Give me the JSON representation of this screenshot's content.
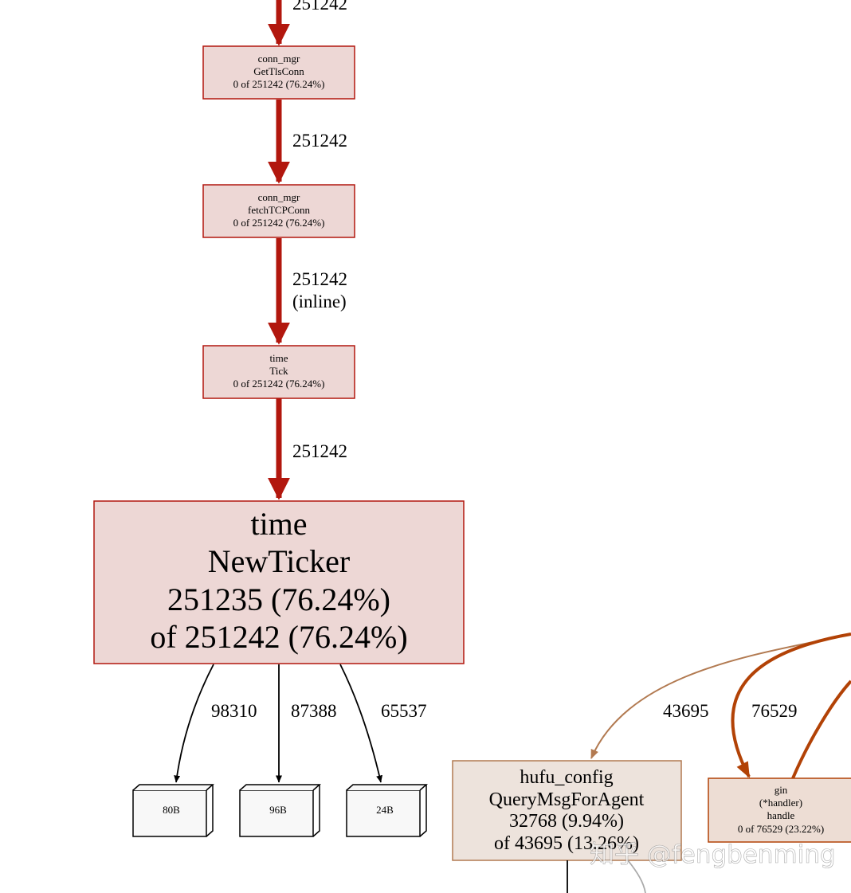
{
  "nodes": {
    "get_tls_conn": {
      "lines": [
        "conn_mgr",
        "GetTlsConn",
        "0 of 251242 (76.24%)"
      ]
    },
    "fetch_tcp_conn": {
      "lines": [
        "conn_mgr",
        "fetchTCPConn",
        "0 of 251242 (76.24%)"
      ]
    },
    "time_tick": {
      "lines": [
        "time",
        "Tick",
        "0 of 251242 (76.24%)"
      ]
    },
    "new_ticker": {
      "lines": [
        "time",
        "NewTicker",
        "251235 (76.24%)",
        "of 251242 (76.24%)"
      ]
    },
    "query_msg": {
      "lines": [
        "hufu_config",
        "QueryMsgForAgent",
        "32768 (9.94%)",
        "of 43695 (13.26%)"
      ]
    },
    "gin_handle": {
      "lines": [
        "gin",
        "(*handler)",
        "handle",
        "0 of 76529 (23.22%)"
      ]
    },
    "blk_80": {
      "label": "80B"
    },
    "blk_96": {
      "label": "96B"
    },
    "blk_24": {
      "label": "24B"
    }
  },
  "edges": {
    "top_in": "251242",
    "tls_to_fetch": "251242",
    "fetch_to_tick": [
      "251242",
      "(inline)"
    ],
    "tick_to_ticker": "251242",
    "ticker_to_80": "98310",
    "ticker_to_96": "87388",
    "ticker_to_24": "65537",
    "to_query": "43695",
    "to_gin": "76529"
  },
  "watermark": "知乎 @fengbenming",
  "colors": {
    "hot_edge": "#b2170e",
    "hot_fill": "#edd7d5",
    "hot_border": "#b2170e",
    "warm_edge_thick": "#b24206",
    "warm_edge_thin": "#b27a51",
    "query_fill": "#ede3dc",
    "query_border": "#b27a51",
    "gin_fill": "#edddd4",
    "gin_border": "#b24206",
    "block_fill": "#f8f8f8"
  }
}
